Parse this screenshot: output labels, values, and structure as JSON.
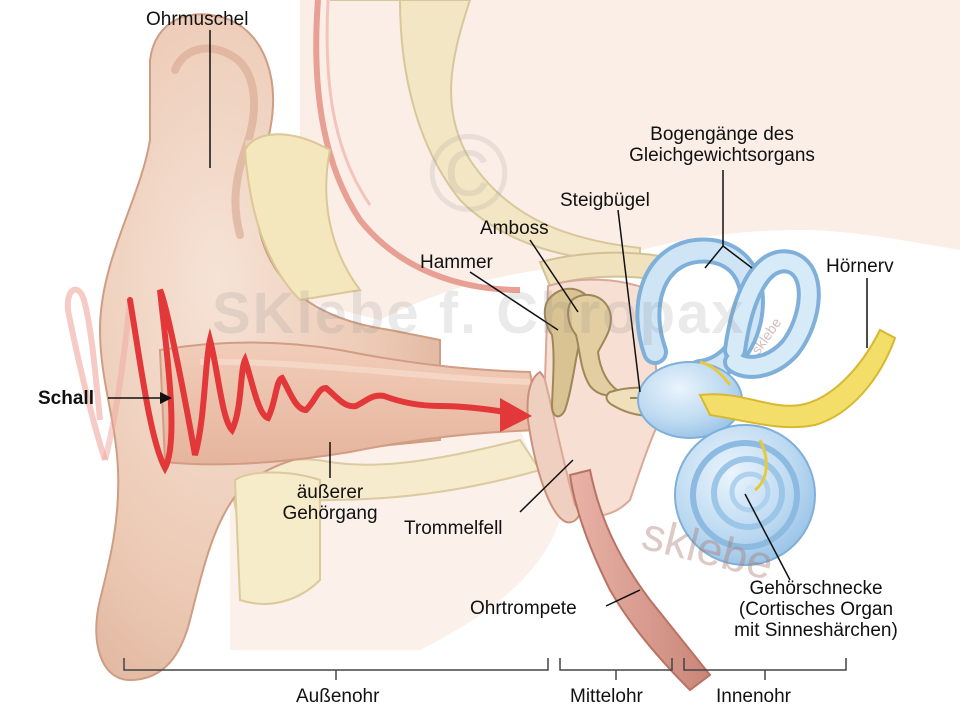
{
  "labels": {
    "ohrmuschel": "Ohrmuschel",
    "schall": "Schall",
    "aeusserer_line1": "äußerer",
    "aeusserer_line2": "Gehörgang",
    "trommelfell": "Trommelfell",
    "hammer": "Hammer",
    "amboss": "Amboss",
    "steigbuegel": "Steigbügel",
    "bogengaenge_line1": "Bogengänge des",
    "bogengaenge_line2": "Gleichgewichtsorgans",
    "hoernerv": "Hörnerv",
    "gehoerschnecke_line1": "Gehörschnecke",
    "gehoerschnecke_line2": "(Cortisches Organ",
    "gehoerschnecke_line3": "mit Sinneshärchen)",
    "ohrtrompete": "Ohrtrompete"
  },
  "regions": {
    "aussenohr": "Außenohr",
    "mittelohr": "Mittelohr",
    "innenohr": "Innenohr"
  },
  "watermark": {
    "copyright": "©",
    "main": "SKlebe f. Chropax",
    "small": "sklebe",
    "large": "sklebe"
  }
}
